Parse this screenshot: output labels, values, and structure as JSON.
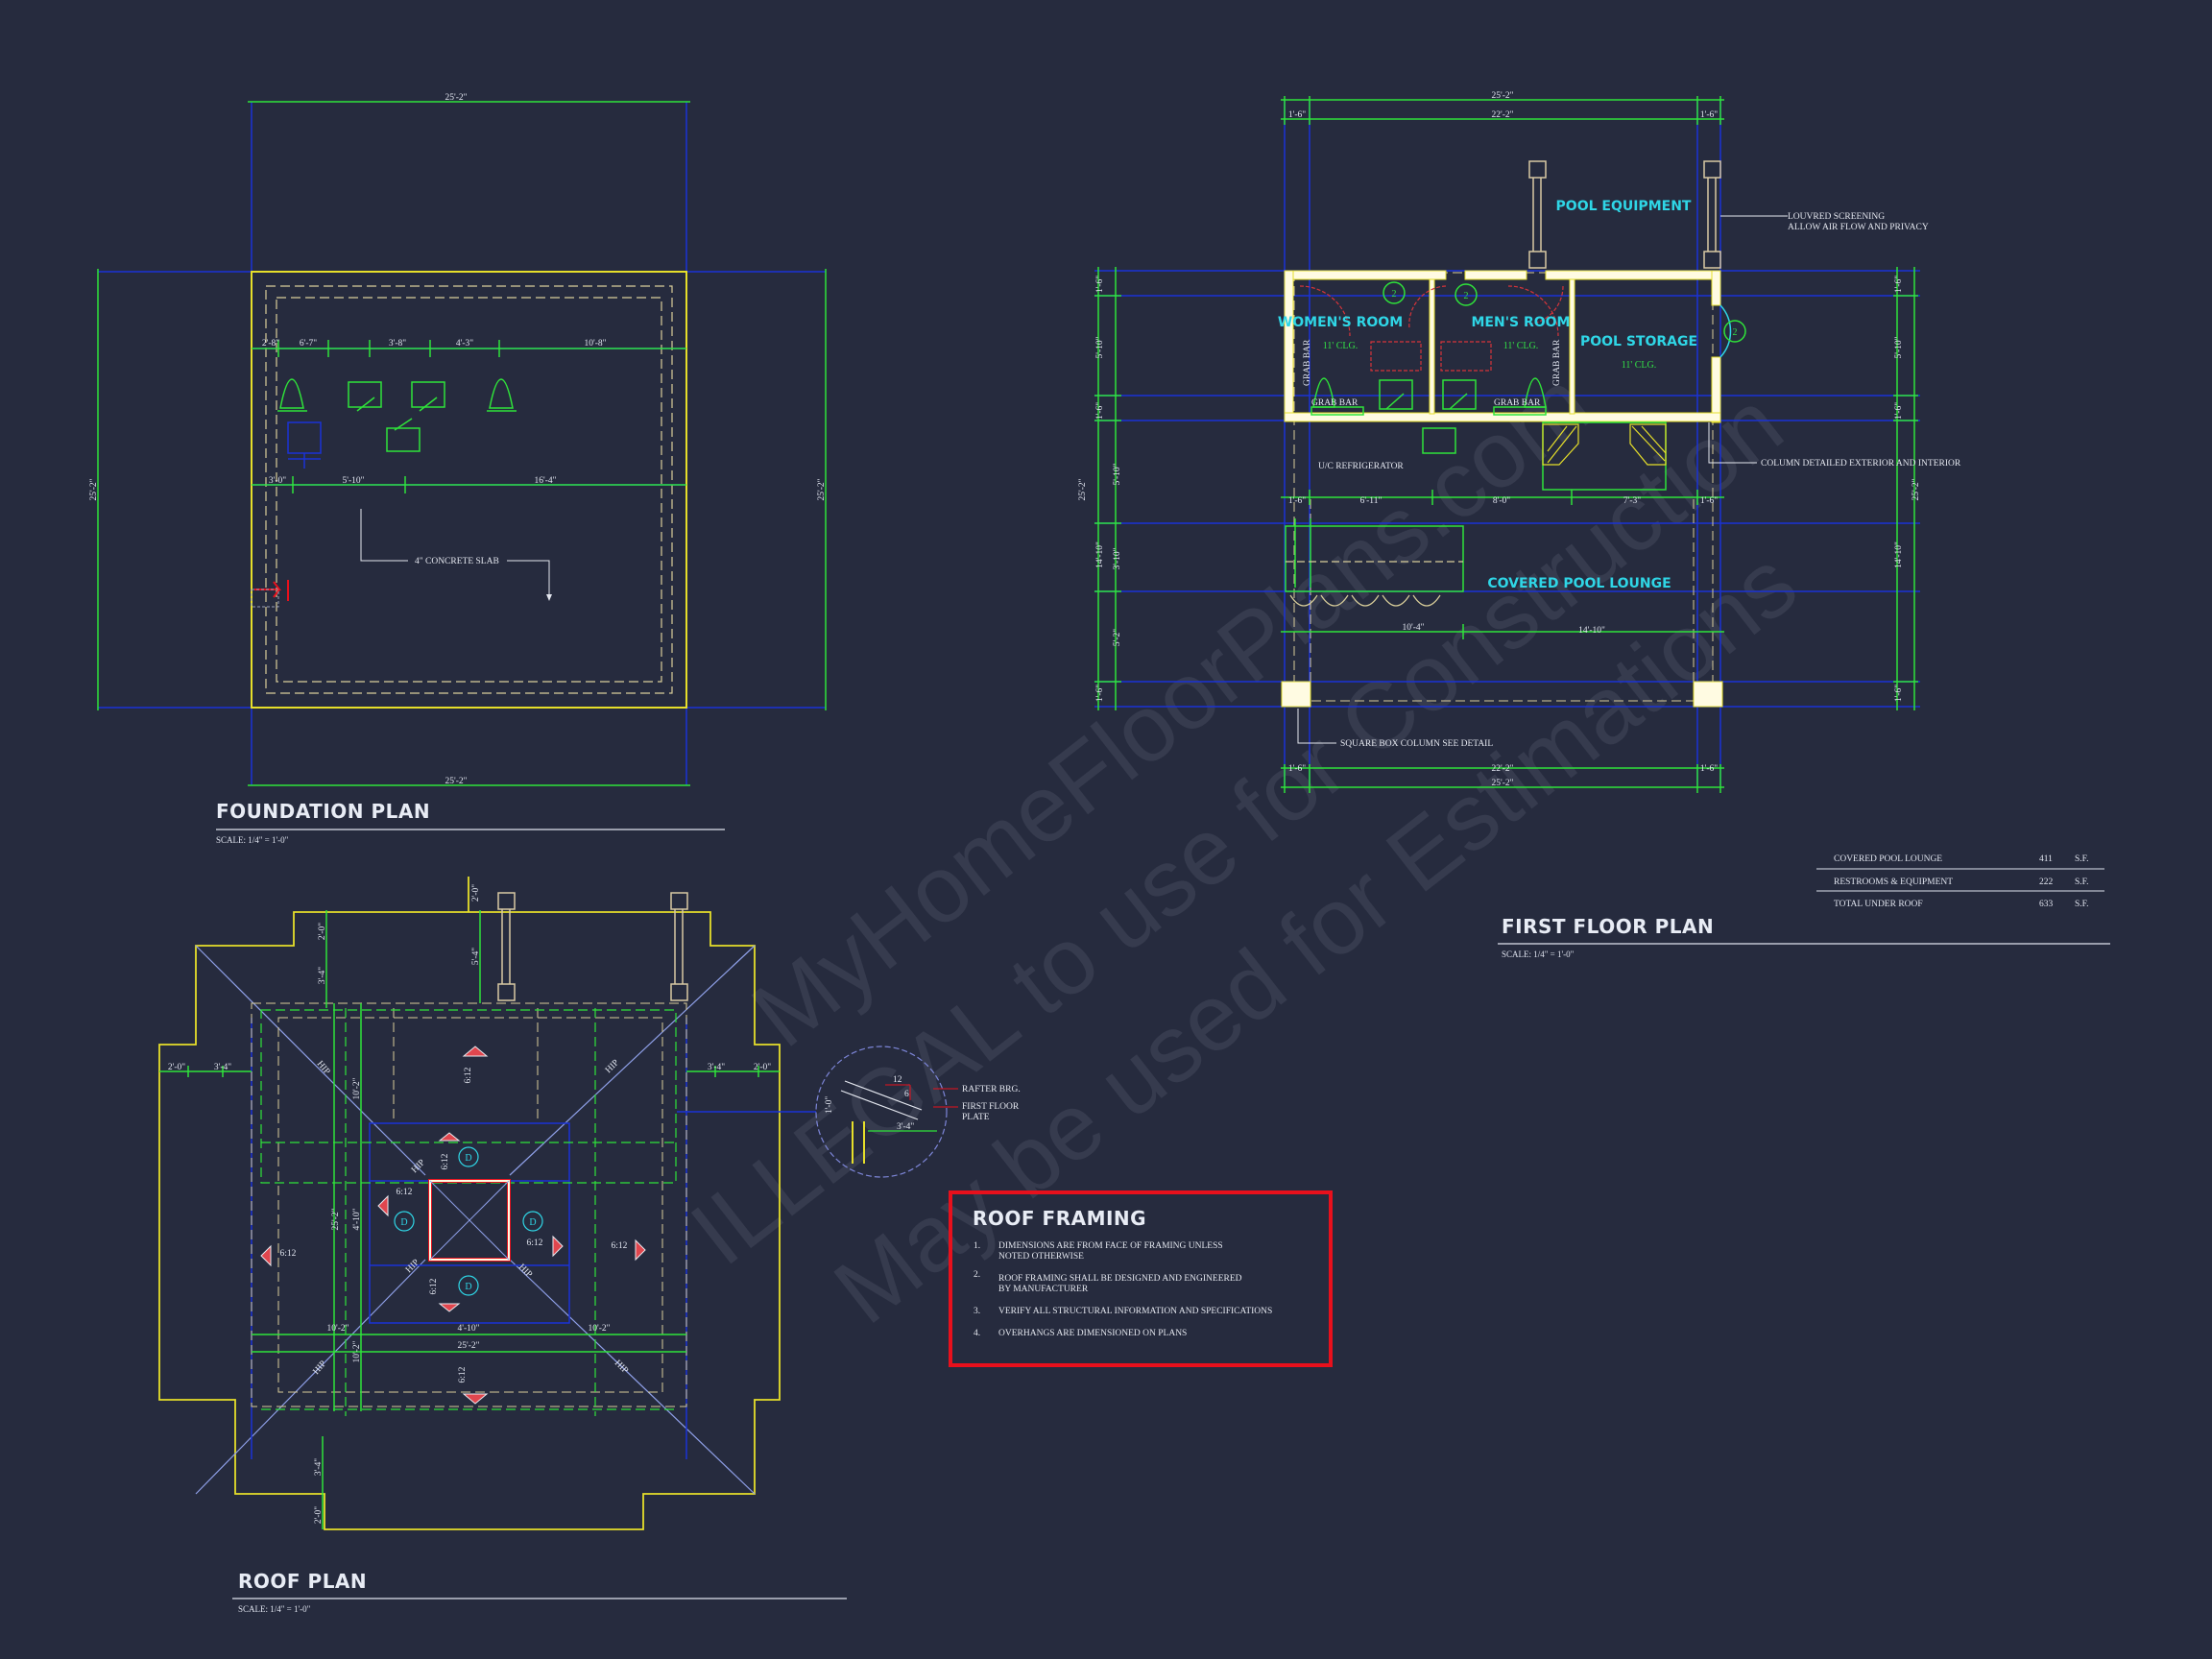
{
  "foundation_plan": {
    "title": "FOUNDATION PLAN",
    "scale": "SCALE: 1/4\" = 1'-0\"",
    "dim_overall": "25'-2\"",
    "dims_row1": [
      "2'-8\"",
      "6'-7\"",
      "3'-8\"",
      "4'-3\"",
      "10'-8\""
    ],
    "dims_row2": [
      "3'-0\"",
      "5'-10\"",
      "16'-4\""
    ],
    "slab_note": "4\" CONCRETE SLAB"
  },
  "first_floor_plan": {
    "title": "FIRST FLOOR PLAN",
    "scale": "SCALE: 1/4\" = 1'-0\"",
    "rooms": {
      "pool_equipment": "POOL EQUIPMENT",
      "womens_room": "WOMEN'S ROOM",
      "mens_room": "MEN'S ROOM",
      "pool_storage": "POOL STORAGE",
      "covered_pool_lounge": "COVERED POOL LOUNGE"
    },
    "ceiling": "11' CLG.",
    "labels": {
      "grab_bar": "GRAB BAR",
      "uc_refrigerator": "U/C REFRIGERATOR",
      "louvred_1": "LOUVRED SCREENING",
      "louvred_2": "ALLOW AIR FLOW AND PRIVACY",
      "column_detail": "COLUMN DETAILED EXTERIOR AND INTERIOR",
      "square_box": "SQUARE BOX COLUMN SEE DETAIL"
    },
    "door_tag": "2",
    "dims": {
      "overall": "25'-2\"",
      "inner": "22'-2\"",
      "end": "1'-6\"",
      "mid_row": [
        "6'-11\"",
        "8'-0\"",
        "7'-3\""
      ],
      "lounge_row": [
        "10'-4\"",
        "14'-10\""
      ],
      "left_stack": [
        "1'-6\"",
        "5'-10\"",
        "1'-6\"",
        "5'-10\"",
        "3'-10\"",
        "5'-2\""
      ],
      "left_outer": "14'-10\"",
      "right_stack": [
        "1'-6\"",
        "5'-10\"",
        "1'-6\"",
        "14'-10\"",
        "1'-6\""
      ]
    }
  },
  "area_table": {
    "rows": [
      {
        "label": "COVERED POOL LOUNGE",
        "value": "411",
        "unit": "S.F."
      },
      {
        "label": "RESTROOMS & EQUIPMENT",
        "value": "222",
        "unit": "S.F."
      },
      {
        "label": "TOTAL UNDER ROOF",
        "value": "633",
        "unit": "S.F."
      }
    ]
  },
  "roof_plan": {
    "title": "ROOF PLAN",
    "scale": "SCALE: 1/4\" = 1'-0\"",
    "pitch": "6:12",
    "hip": "HIP",
    "d_tag": "D",
    "dims": [
      "2'-0\"",
      "3'-4\"",
      "10'-2\"",
      "4'-10\"",
      "25'-2\"",
      "5'-4\"",
      "12"
    ],
    "detail": {
      "rafter": "RAFTER BRG.",
      "plate_1": "FIRST FLOOR",
      "plate_2": "PLATE",
      "pitch_num": "12",
      "pitch_den": "6",
      "len": "3'-4\"",
      "ht": "1'-0\""
    }
  },
  "roof_framing": {
    "title": "ROOF FRAMING",
    "notes": [
      {
        "num": "1.",
        "lines": [
          "DIMENSIONS ARE FROM FACE OF FRAMING UNLESS",
          "NOTED OTHERWISE"
        ]
      },
      {
        "num": "2.",
        "lines": [
          "ROOF FRAMING SHALL BE DESIGNED AND ENGINEERED",
          "BY MANUFACTURER"
        ]
      },
      {
        "num": "3.",
        "lines": [
          "VERIFY ALL STRUCTURAL INFORMATION AND SPECIFICATIONS"
        ]
      },
      {
        "num": "4.",
        "lines": [
          "OVERHANGS ARE DIMENSIONED ON PLANS"
        ]
      }
    ]
  },
  "watermark": {
    "line1": "MyHomeFloorPlans.com",
    "line2": "ILLEGAL to use for Construction",
    "line3": "May be used for Estimations"
  },
  "colors": {
    "background": "#262b3e",
    "dimension": "#2fe33a",
    "wall": "#fffbe2",
    "wall_outline": "#e6df2a",
    "grid": "#1a33d6",
    "room_label": "#2fd6e6",
    "accent_box": "#e8101c",
    "roof_arrow": "#e0464e"
  }
}
